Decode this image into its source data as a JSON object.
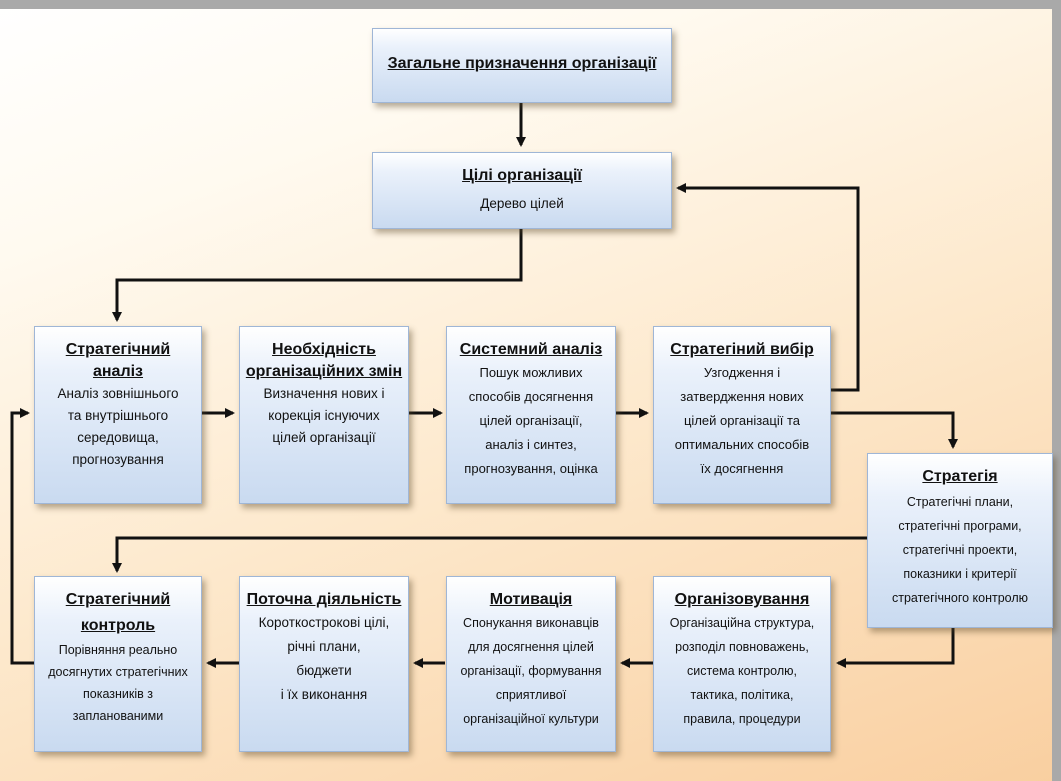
{
  "boxes": {
    "purpose": {
      "title": "Загальне призначення організації"
    },
    "goals": {
      "title": "Цілі організації",
      "body": "Дерево цілей"
    },
    "analysis": {
      "title": "Стратегічний аналіз",
      "body": "Аналіз зовнішнього\nта внутрішнього\nсередовища,\nпрогнозування"
    },
    "necessity": {
      "title": "Необхідність\nорганізаційних змін",
      "body": "Визначення нових і\nкорекція існуючих\nцілей організації"
    },
    "system": {
      "title": "Системний аналіз",
      "body": "Пошук можливих\nспособів досягнення\nцілей організації,\nаналіз і синтез,\nпрогнозування, оцінка"
    },
    "choice": {
      "title": "Стратегіний вибір",
      "body": "Узгодження і\nзатвердження нових\nцілей організації та\nоптимальних способів\nїх досягнення"
    },
    "strategy": {
      "title": "Стратегія",
      "body": "Стратегічні плани,\nстратегічні програми,\nстратегічні проекти,\nпоказники і критерії\nстратегічного контролю"
    },
    "organizing": {
      "title": "Організовування",
      "body": "Організаційна структура,\nрозподіл повноважень,\nсистема контролю,\nтактика, політика,\nправила, процедури"
    },
    "motivation": {
      "title": "Мотивація",
      "body": "Спонукання виконавців\nдля досягнення цілей\nорганізації, формування\nсприятливої\nорганізаційної культури"
    },
    "current": {
      "title": "Поточна діяльність",
      "body": "Короткострокові цілі,\nрічні плани,\nбюджети\nі їх виконання"
    },
    "control": {
      "title": "Стратегічний\nконтроль",
      "body": "Порівняння реально\nдосягнутих стратегічних\nпоказників з\nзапланованими"
    }
  }
}
